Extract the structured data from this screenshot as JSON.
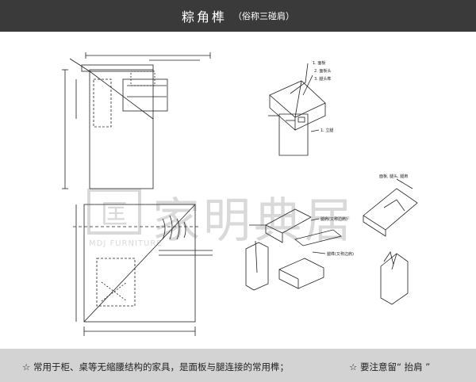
{
  "header": {
    "title": "粽角榫",
    "subtitle": "（俗称三碰肩）"
  },
  "watermark": {
    "logo_char": "匡",
    "brand_chars": "家明典居",
    "latin": "MDJ FURNITURE"
  },
  "diagram_labels": {
    "exploded_a": "1. 面板",
    "exploded_b": "2. 面板头",
    "exploded_c": "3. 腿头榫",
    "exploded_leg": "1. 立腿",
    "bottom_left_a": "腿肩(又称边肩)",
    "bottom_left_b": "腿榫(又称边肩)",
    "bottom_right_top": "面板, 腿头, 腿肩"
  },
  "footer": {
    "left_star": "☆",
    "left_text": "常用于柜、桌等无缩腰结构的家具，是面板与腿连接的常用榫；",
    "right_star": "☆",
    "right_text": "要注意留“ 抬肩 ”"
  },
  "colors": {
    "header_bg": "#3a3a3a",
    "footer_bg": "#d3d3d3",
    "line": "#222222"
  }
}
